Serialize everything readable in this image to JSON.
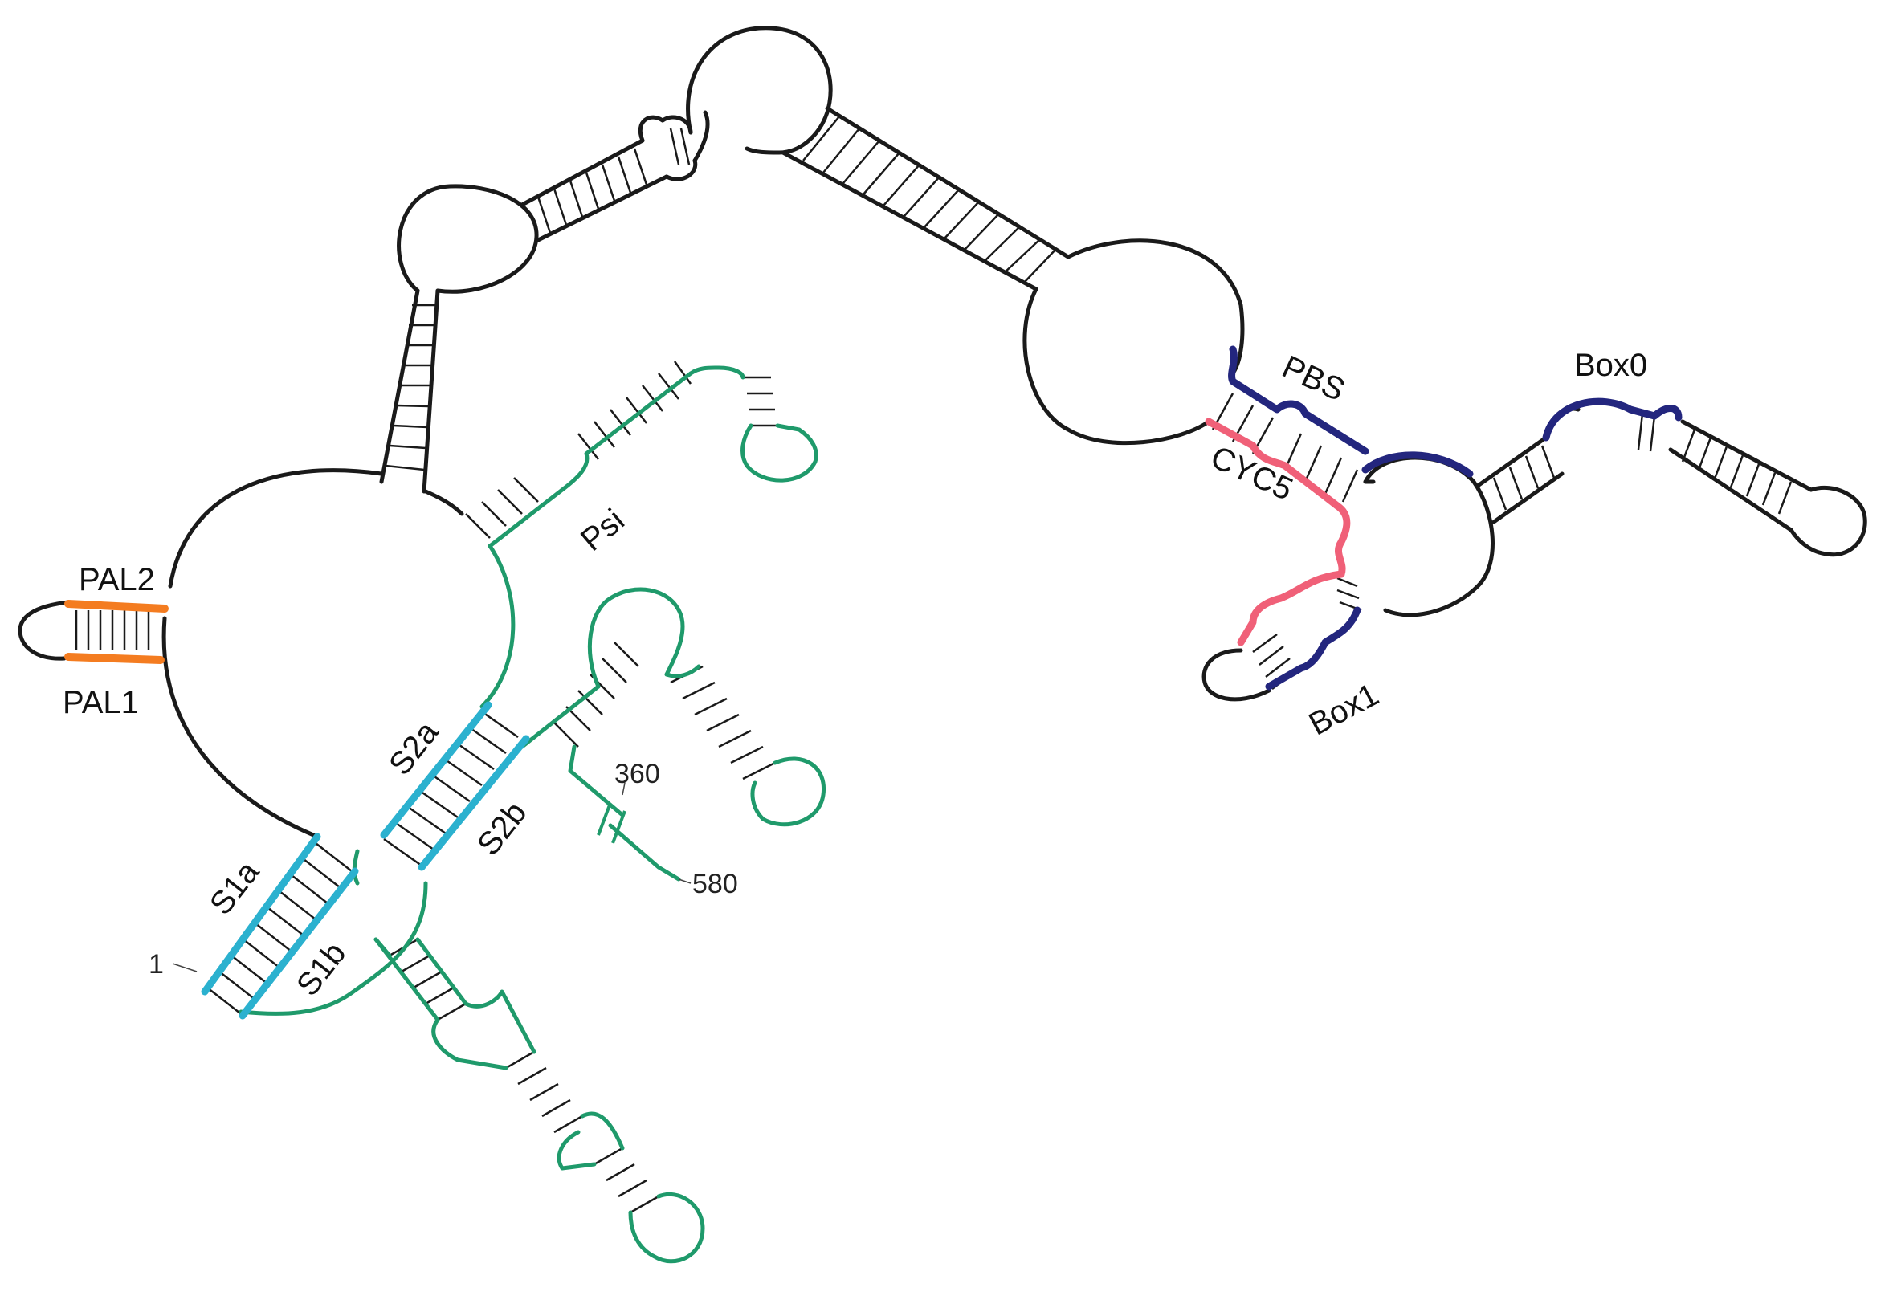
{
  "colors": {
    "backbone": "#1a1a1a",
    "psi_region": "#1f9a6b",
    "stem_S": "#2bb1cf",
    "pal": "#f47c20",
    "pbs_box": "#23267e",
    "cyc5": "#f06078"
  },
  "labels": {
    "pal2": "PAL2",
    "pal1": "PAL1",
    "psi": "Psi",
    "s2a": "S2a",
    "s2b": "S2b",
    "s1a": "S1a",
    "s1b": "S1b",
    "pbs": "PBS",
    "cyc5": "CYC5",
    "box0": "Box0",
    "box1": "Box1"
  },
  "numbers": {
    "start": "1",
    "n360": "360",
    "n580": "580"
  }
}
